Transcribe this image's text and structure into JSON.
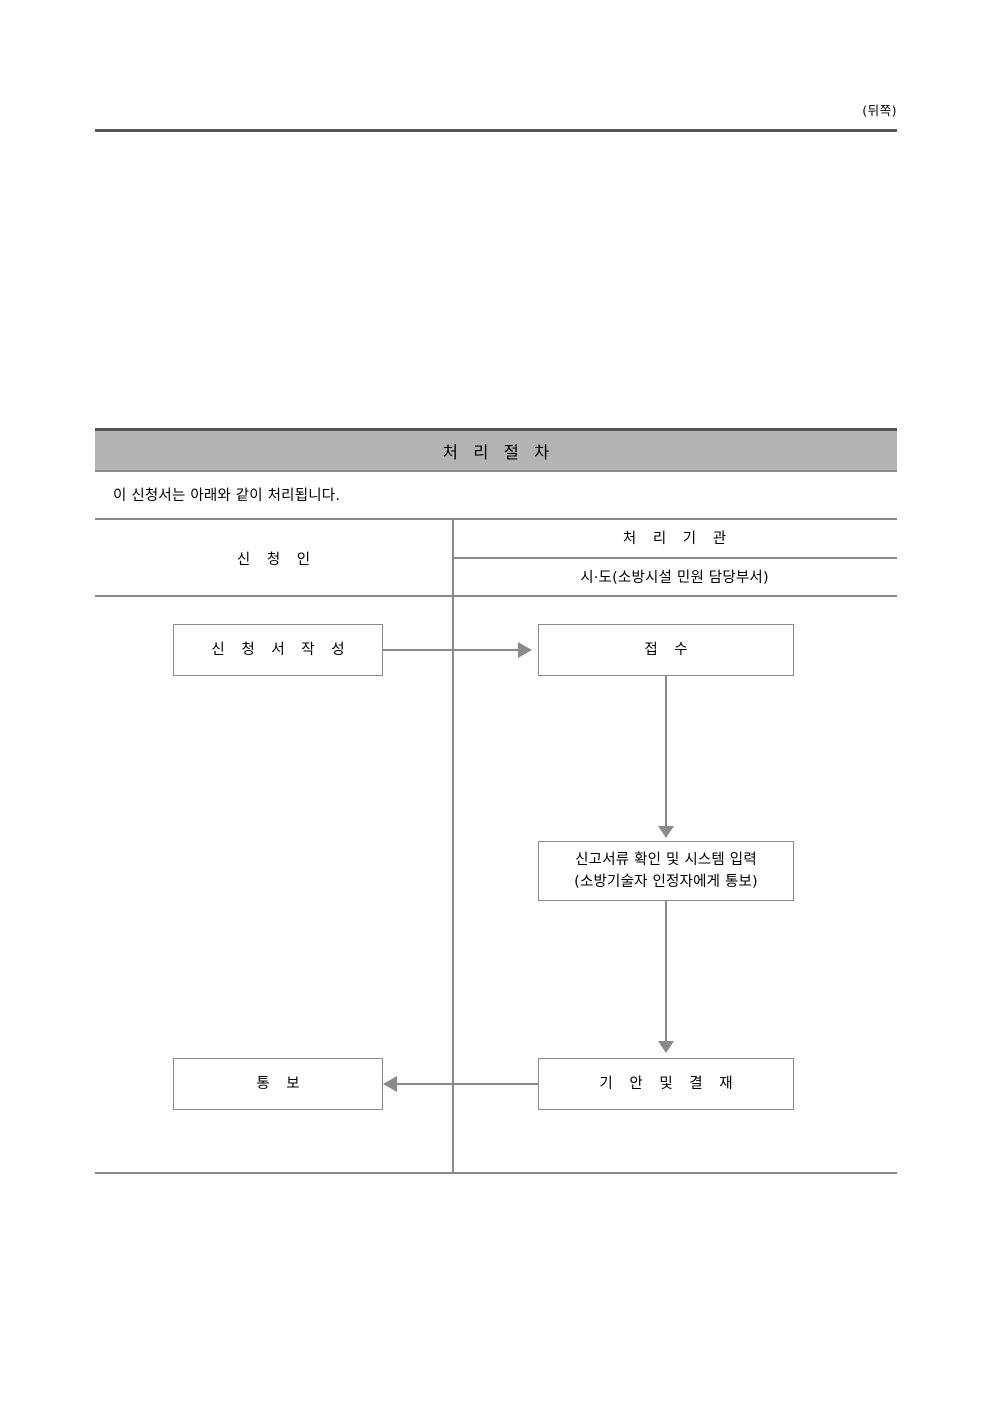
{
  "page": {
    "side_label": "(뒤쪽)"
  },
  "section": {
    "title": "처 리 절 차",
    "intro": "이 신청서는 아래와 같이 처리됩니다."
  },
  "table": {
    "headers": {
      "applicant": "신 청 인",
      "agency": "처 리 기 관",
      "agency_sub": "시·도(소방시설 민원 담당부서)"
    }
  },
  "flow": {
    "boxes": [
      {
        "id": "apply",
        "label": "신 청 서  작 성",
        "column": "applicant"
      },
      {
        "id": "receipt",
        "label": "접 수",
        "column": "agency"
      },
      {
        "id": "verify_line1",
        "label": "신고서류 확인 및 시스템 입력",
        "column": "agency"
      },
      {
        "id": "verify_line2",
        "label": "(소방기술자 인정자에게 통보)",
        "column": "agency"
      },
      {
        "id": "draft",
        "label": "기 안 및  결 재",
        "column": "agency"
      },
      {
        "id": "notify",
        "label": "통  보",
        "column": "applicant"
      }
    ],
    "connectors": [
      {
        "from": "apply",
        "to": "receipt",
        "direction": "right"
      },
      {
        "from": "receipt",
        "to": "verify",
        "direction": "down"
      },
      {
        "from": "verify",
        "to": "draft",
        "direction": "down"
      },
      {
        "from": "draft",
        "to": "notify",
        "direction": "left"
      }
    ]
  },
  "colors": {
    "rule_dark": "#555555",
    "rule_light": "#8a8a8a",
    "banner_fill": "#b4b4b4",
    "text": "#000000",
    "page_background": "#ffffff"
  }
}
